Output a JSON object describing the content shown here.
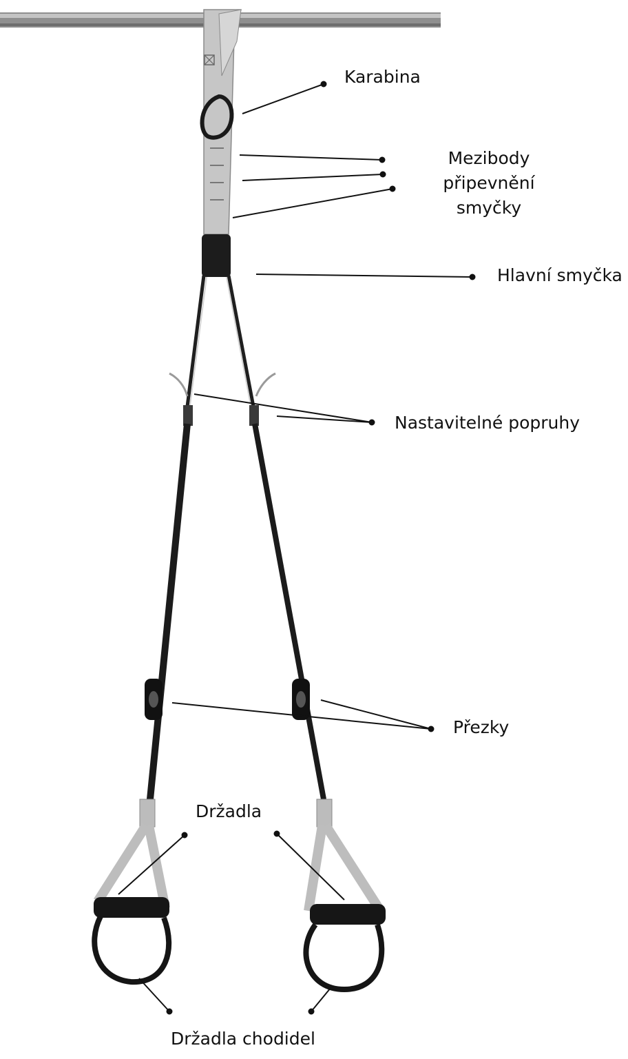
{
  "labels": {
    "carabiner": "Karabina",
    "anchor_points": [
      "Mezibody",
      "připevnění",
      "smyčky"
    ],
    "main_loop": "Hlavní smyčka",
    "adjustable_straps": "Nastavitelné popruhy",
    "buckles": "Přezky",
    "handles": "Držadla",
    "foot_cradles": "Držadla chodidel"
  },
  "colors": {
    "strap_light": "#c9c9c9",
    "strap_dark": "#1e1e1e",
    "bar": "#9a9a9a",
    "leader_line": "#111111",
    "text": "#111111"
  }
}
